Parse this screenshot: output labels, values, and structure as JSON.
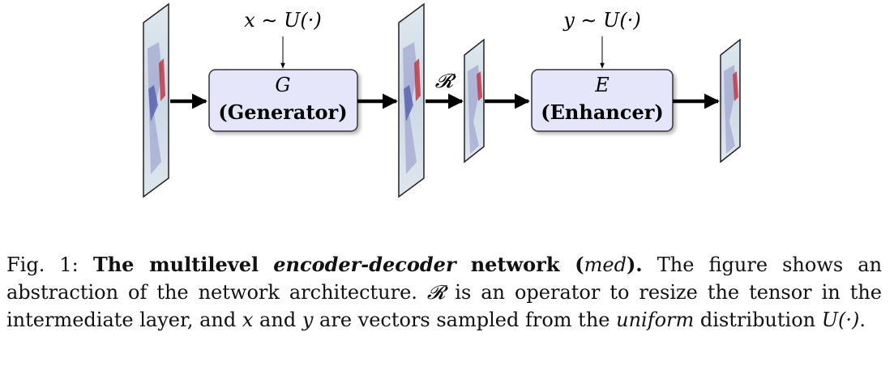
{
  "diagram": {
    "generator": {
      "symbol": "G",
      "label": "(Generator)"
    },
    "enhancer": {
      "symbol": "E",
      "label": "(Enhancer)"
    },
    "noise_x": "x ∼ U(·)",
    "noise_y": "y ∼ U(·)",
    "resize_symbol": "𝓡",
    "colors": {
      "box_fill": "#e6e6fb",
      "box_stroke": "#333333",
      "arrow": "#000000"
    },
    "panels": [
      "input-map",
      "generated-map",
      "resized-map",
      "output-map"
    ]
  },
  "caption": {
    "fig_label": "Fig. 1:",
    "title_bold_1": "The multilevel",
    "title_bold_italic": "encoder-decoder",
    "title_bold_2": "network (",
    "title_math": "med",
    "title_bold_3": ").",
    "text_1": "The figure shows an abstraction of the network architecture.",
    "resize_symbol": "𝓡",
    "text_2": "is an operator to resize the tensor in the intermediate layer, and",
    "var_x": "x",
    "text_3": "and",
    "var_y": "y",
    "text_4": "are vectors sampled from the",
    "uniform": "uniform",
    "text_5": "distribution",
    "dist": "U(·)",
    "text_6": "."
  }
}
